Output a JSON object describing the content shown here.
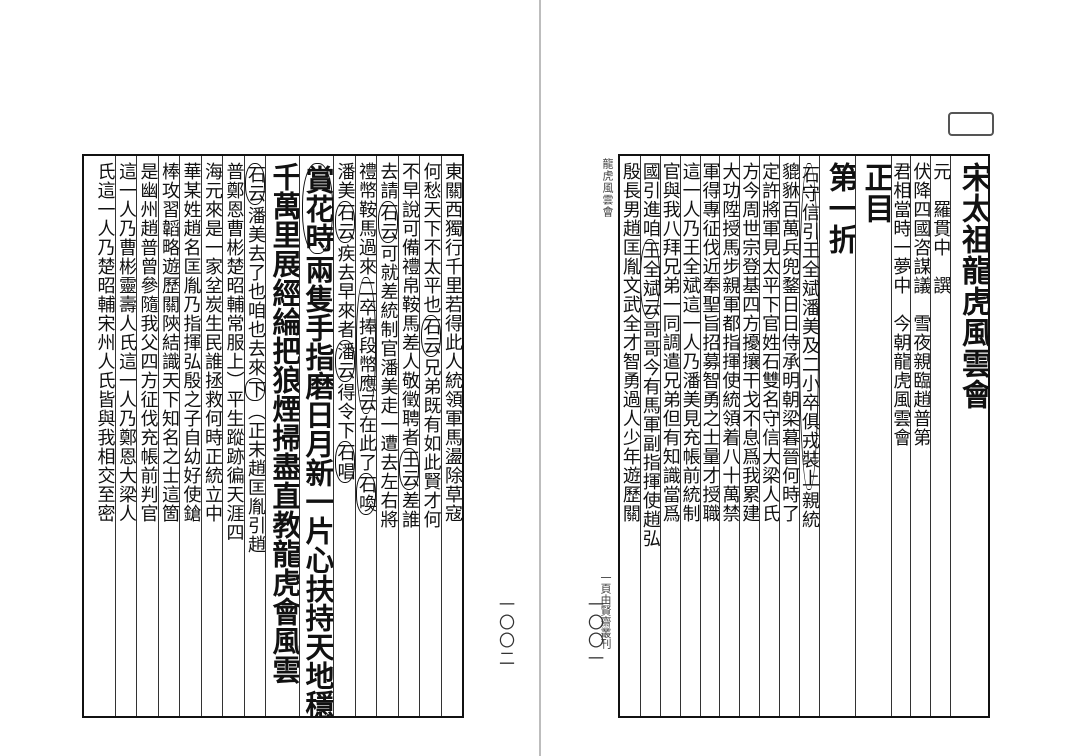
{
  "left": {
    "folio": "一〇〇二",
    "columns": [
      {
        "type": "text",
        "text": "東關西獨行千里若得此人統領軍馬盪除草寇"
      },
      {
        "type": "text",
        "text": "何愁天下不太平也（石云）兄弟既有如此賢才何"
      },
      {
        "type": "text",
        "text": "不早說可備禮帛鞍馬差人敬徵聘者（王云）差誰"
      },
      {
        "type": "text",
        "text": "去請（石云）可就差統制官潘美走一遭去左右將"
      },
      {
        "type": "text",
        "text": "禮幣鞍馬過來（二卒捧段幣應云）在此了（石喚）"
      },
      {
        "type": "text",
        "text": "潘美（石云）疾去早來者（潘云）得令下（石唱）"
      },
      {
        "type": "big",
        "text": "（賞花時）兩隻手指磨日月新一片心扶持天地穩向"
      },
      {
        "type": "big",
        "text": "千萬里展經綸把狼煙掃盡直教龍虎會風雲"
      },
      {
        "type": "text",
        "text": "（石云）潘美去了也咱也去來（下）（正末趙匡胤引趙"
      },
      {
        "type": "text",
        "text": "普鄭恩曹彬楚昭輔常服上）平生蹤跡徧天涯四"
      },
      {
        "type": "text",
        "text": "海元來是一家坌炭生民誰拯救何時正統立中"
      },
      {
        "type": "text",
        "text": "華某姓趙名匡胤乃指揮弘殷之子自幼好使鎗"
      },
      {
        "type": "text",
        "text": "棒攻習韜略遊歷關陝結識天下知名之士這箇"
      },
      {
        "type": "text",
        "text": "是幽州趙普曾參隨我父四方征伐充帳前判官"
      },
      {
        "type": "text",
        "text": "這一人乃曹彬靈壽人氏這一人乃鄭恩大梁人"
      },
      {
        "type": "text",
        "text": "氏這一人乃楚昭輔宋州人氏皆與我相交至密"
      }
    ]
  },
  "right": {
    "folio": "一〇〇一",
    "margin_title": "龍虎風雲會",
    "margin_bottom": "一頁由賢齋叢刊",
    "columns": [
      {
        "type": "title",
        "text": "宋太祖龍虎風雲會"
      },
      {
        "type": "text",
        "text": "元　羅貫中　譔"
      },
      {
        "type": "text",
        "text": "伏降四國咨謀議　雪夜親臨趙普第"
      },
      {
        "type": "text",
        "text": "君相當時一夢中　今朝龍虎風雲會"
      },
      {
        "type": "heading",
        "text": "正目"
      },
      {
        "type": "heading",
        "text": "第一折"
      },
      {
        "type": "text",
        "text": "（石守信引王全斌潘美及二小卒俱戎裝上）親統"
      },
      {
        "type": "text",
        "text": "貔貅百萬兵兜鍪日日侍承明朝梁暮晉何時了"
      },
      {
        "type": "text",
        "text": "定許將軍見太平下官姓石雙名守信大梁人氏"
      },
      {
        "type": "text",
        "text": "方今周世宗登基四方擾攘干戈不息爲我累建"
      },
      {
        "type": "text",
        "text": "大功陞授馬步親軍都指揮使統領着八十萬禁"
      },
      {
        "type": "text",
        "text": "軍得專征伐近奉聖旨招募智勇之士量才授職"
      },
      {
        "type": "text",
        "text": "這一人乃王全斌這一人乃潘美見充帳前統制"
      },
      {
        "type": "text",
        "text": "官與我八拜兄弟一同調遣兄弟但有知識當爲"
      },
      {
        "type": "text",
        "text": "國引進咱（王全斌云）哥哥今有馬軍副指揮使趙弘"
      },
      {
        "type": "text",
        "text": "殷長男趙匡胤文武全才智勇過人少年遊歷關"
      }
    ]
  }
}
